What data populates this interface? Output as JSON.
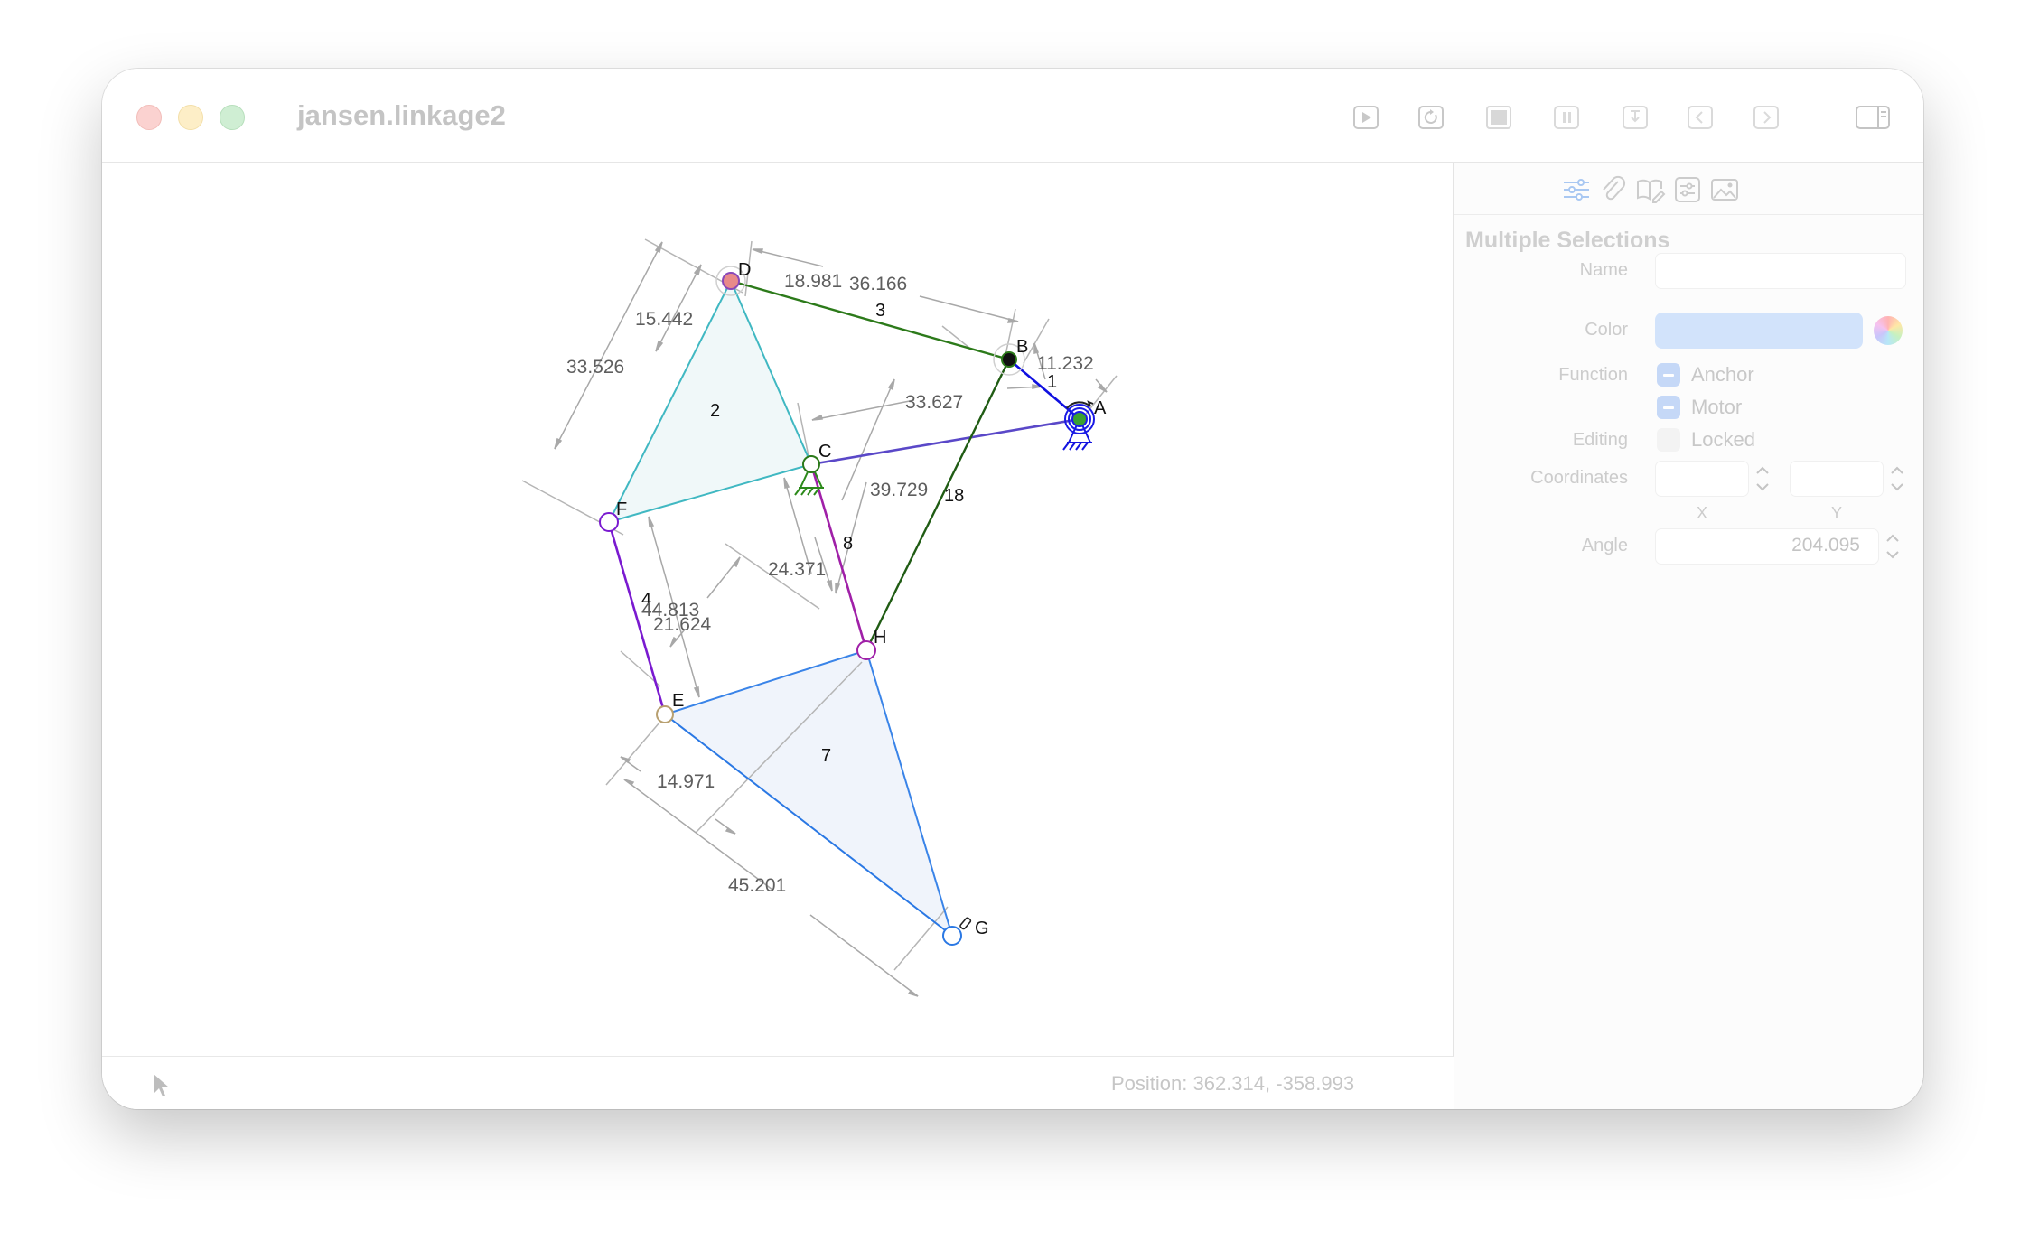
{
  "window": {
    "title": "jansen.linkage2"
  },
  "toolbar": {
    "buttons": [
      {
        "icon": "play-icon"
      },
      {
        "icon": "reset-icon"
      },
      {
        "icon": "stop-icon"
      },
      {
        "icon": "pause-icon"
      },
      {
        "icon": "pin-icon"
      },
      {
        "icon": "step-back-icon"
      },
      {
        "icon": "step-forward-icon"
      },
      {
        "icon": "sidebar-toggle-icon"
      }
    ]
  },
  "drawing": {
    "joints": [
      "D",
      "B",
      "A",
      "C",
      "F",
      "H",
      "E",
      "G"
    ],
    "link_labels": [
      "3",
      "1",
      "2",
      "18",
      "8",
      "4",
      "7"
    ],
    "dimensions": [
      "18.981",
      "36.166",
      "15.442",
      "33.526",
      "11.232",
      "33.627",
      "39.729",
      "24.371",
      "44.813",
      "21.624",
      "14.971",
      "45.201"
    ]
  },
  "status": {
    "position": "Position: 362.314, -358.993"
  },
  "inspector": {
    "tabs": [
      {
        "icon": "sliders-icon"
      },
      {
        "icon": "paperclip-icon"
      },
      {
        "icon": "book-edit-icon"
      },
      {
        "icon": "settings-list-icon"
      },
      {
        "icon": "image-icon"
      }
    ],
    "heading": "Multiple Selections",
    "name_label": "Name",
    "color_label": "Color",
    "color_value": "#d2e3fb",
    "function_label": "Function",
    "anchor_label": "Anchor",
    "motor_label": "Motor",
    "editing_label": "Editing",
    "locked_label": "Locked",
    "coordinates_label": "Coordinates",
    "x_label": "X",
    "y_label": "Y",
    "angle_label": "Angle",
    "angle_value": "204.095"
  }
}
